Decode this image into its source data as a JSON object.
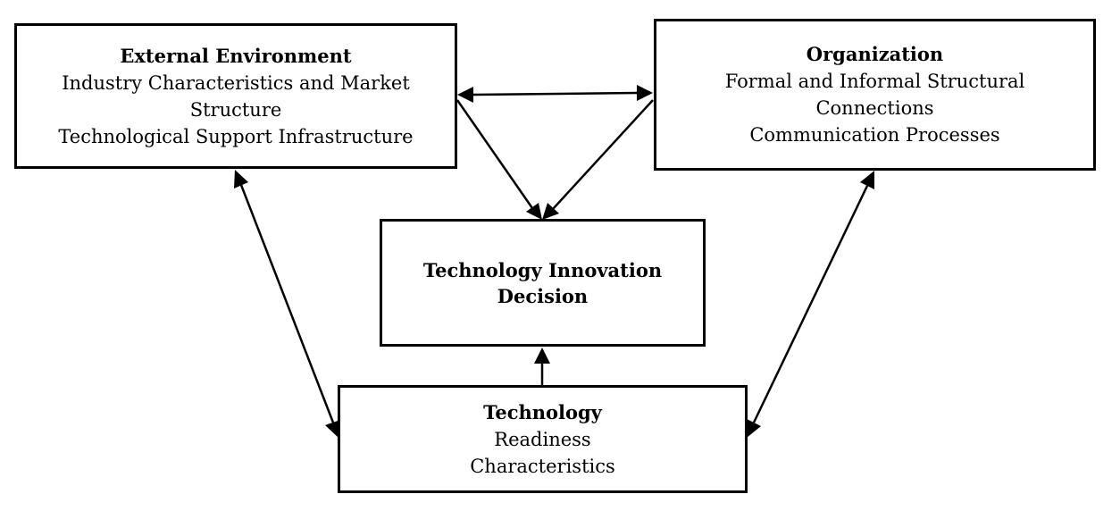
{
  "diagram": {
    "external": {
      "title": "External Environment",
      "lines": [
        "Industry Characteristics and Market",
        "Structure",
        "Technological Support Infrastructure"
      ]
    },
    "organization": {
      "title": "Organization",
      "lines": [
        "Formal and Informal Structural",
        "Connections",
        "Communication Processes"
      ]
    },
    "decision": {
      "title_lines": [
        "Technology Innovation",
        "Decision"
      ]
    },
    "technology": {
      "title": "Technology",
      "lines": [
        "Readiness",
        "Characteristics"
      ]
    },
    "colors": {
      "stroke": "#000000",
      "background": "#ffffff"
    }
  }
}
